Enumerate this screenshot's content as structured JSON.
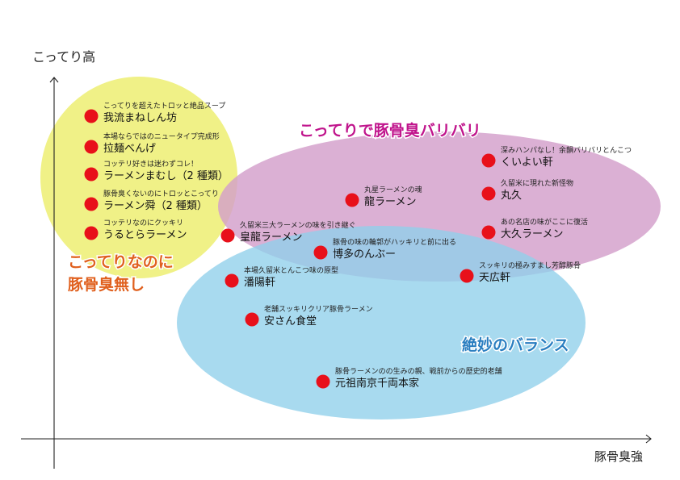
{
  "chart_data": {
    "type": "scatter",
    "title": "",
    "xlabel": "豚骨臭強",
    "ylabel": "こってり高",
    "grid": false,
    "legend": "none",
    "colors": {
      "point": "#e8101a",
      "group_light": "#eef07a",
      "group_rich": "#d39fca",
      "group_balance": "#8fd0ea",
      "label_light": "#e0601e",
      "label_rich": "#c0148c",
      "label_balance": "#2a7ec0"
    },
    "groups": [
      {
        "id": "light",
        "label_lines": [
          "こってりなのに",
          "豚骨臭無し"
        ]
      },
      {
        "id": "rich",
        "label_lines": [
          "こってりで豚骨臭バリバリ"
        ]
      },
      {
        "id": "balance",
        "label_lines": [
          "絶妙のバランス"
        ]
      }
    ],
    "points": [
      {
        "name": "我流まねしん坊",
        "note": "こってりを超えたトロッと絶品スープ"
      },
      {
        "name": "拉麺べんげ",
        "note": "本場ならではのニュータイプ完成形"
      },
      {
        "name": "ラーメンまむし（2 種類）",
        "note": "コッテリ好きは迷わずコレ！"
      },
      {
        "name": "ラーメン舜（2 種類）",
        "note": "豚骨臭くないのにトロッとこってり"
      },
      {
        "name": "うるとらラーメン",
        "note": "コッテリなのにクッキリ"
      },
      {
        "name": "皇龍ラーメン",
        "note": "久留米三大ラーメンの味を引き継ぐ"
      },
      {
        "name": "龍ラーメン",
        "note": "丸星ラーメンの魂"
      },
      {
        "name": "博多のんぶー",
        "note": "豚骨の味の輪郭がハッキリと前に出る"
      },
      {
        "name": "潘陽軒",
        "note": "本場久留米とんこつ味の原型"
      },
      {
        "name": "安さん食堂",
        "note": "老舗スッキリクリア豚骨ラーメン"
      },
      {
        "name": "元祖南京千両本家",
        "note": "豚骨ラーメンのの生みの親、戦前からの歴史的老舗"
      },
      {
        "name": "くいよい軒",
        "note": "深みハンパなし！余韻バリバリとんこつ"
      },
      {
        "name": "丸久",
        "note": "久留米に現れた新怪物"
      },
      {
        "name": "大久ラーメン",
        "note": "あの名店の味がここに復活"
      },
      {
        "name": "天広軒",
        "note": "スッキリの極みすまし芳醇豚骨"
      }
    ]
  }
}
